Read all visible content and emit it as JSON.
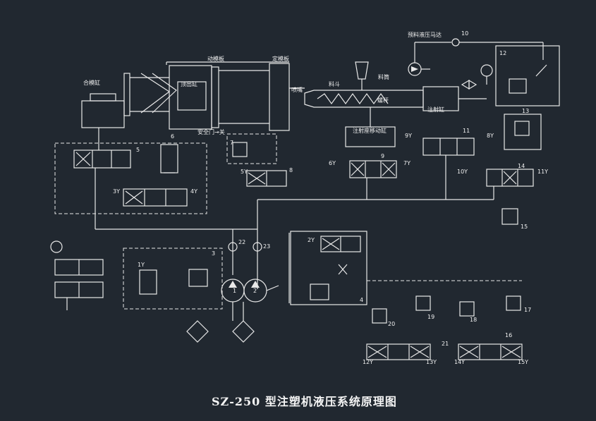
{
  "title": "SZ-250 型注塑机液压系统原理图",
  "labels": {
    "clamp_cyl": "合模缸",
    "moving_platen": "动模板",
    "fixed_platen": "定模板",
    "ejector_cyl": "顶出缸",
    "nozzle": "喷嘴",
    "hopper": "料斗",
    "barrel": "料筒",
    "screw": "螺杆",
    "preplastic_motor": "预料液压马达",
    "inject_cyl": "注射缸",
    "carriage_cyl": "注射座移动缸",
    "safety_door": "安全门→关"
  },
  "numbers": [
    "1",
    "2",
    "3",
    "4",
    "5",
    "6",
    "7",
    "8",
    "9",
    "10",
    "11",
    "12",
    "13",
    "14",
    "15",
    "16",
    "17",
    "18",
    "19",
    "20",
    "21",
    "22",
    "23"
  ],
  "solenoids": {
    "y1": "1Y",
    "y2": "2Y",
    "y3": "3Y",
    "y4": "4Y",
    "y5": "5Y",
    "y6": "6Y",
    "y7": "7Y",
    "y8": "8Y",
    "y9": "9Y",
    "y10": "10Y",
    "y11": "11Y",
    "y12": "12Y",
    "y13": "13Y",
    "y14": "14Y",
    "y15": "15Y"
  }
}
